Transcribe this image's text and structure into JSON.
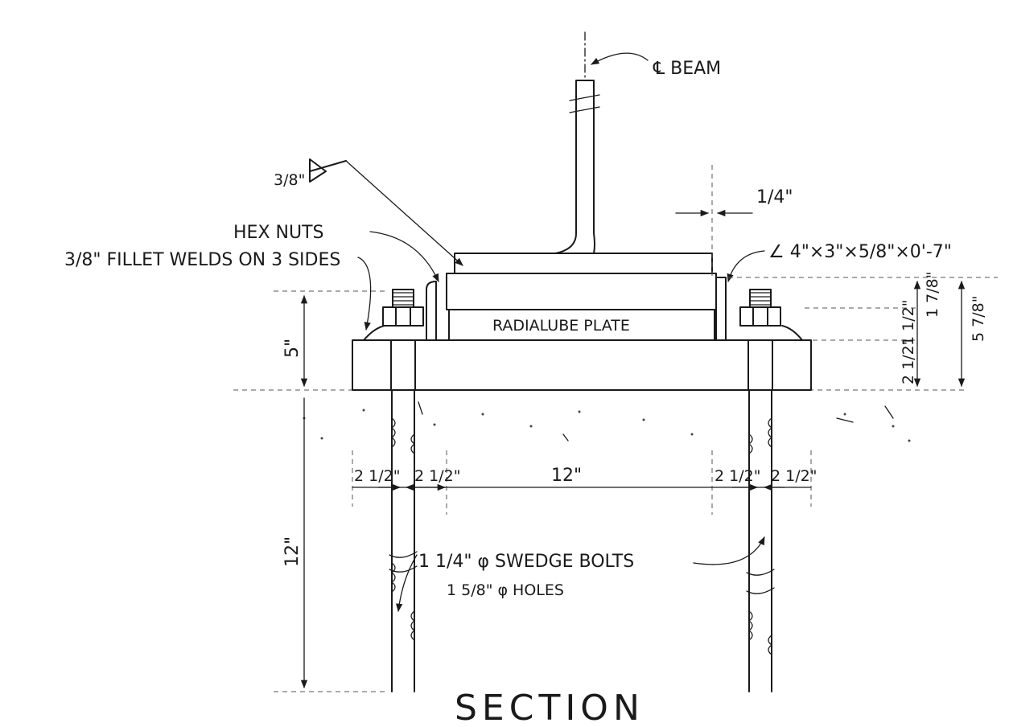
{
  "labels": {
    "centerline_beam": "℄ BEAM",
    "weld_symbol_size": "3/8\"",
    "hex_nuts": "HEX NUTS",
    "fillet_welds": "3/8\" FILLET WELDS ON 3 SIDES",
    "gap_dim": "1/4\"",
    "angle_spec": "∠ 4\"×3\"×5/8\"×0'-7\"",
    "plate_name": "RADIALUBE PLATE",
    "swedge_bolts": "1 1/4\" φ SWEDGE BOLTS",
    "holes": "1 5/8\" φ HOLES",
    "section_title": "SECTION"
  },
  "dimensions": {
    "left_height": "5\"",
    "bolt_embed": "12\"",
    "edge_left_outer": "2 1/2\"",
    "edge_left_inner": "2 1/2\"",
    "bolt_spacing": "12\"",
    "edge_right_inner": "2 1/2\"",
    "edge_right_outer": "2 1/2\"",
    "right_upper": "1 7/8\"",
    "right_middle": "1 1/2\"",
    "right_lower": "2 1/2\"",
    "right_total": "5 7/8\""
  }
}
